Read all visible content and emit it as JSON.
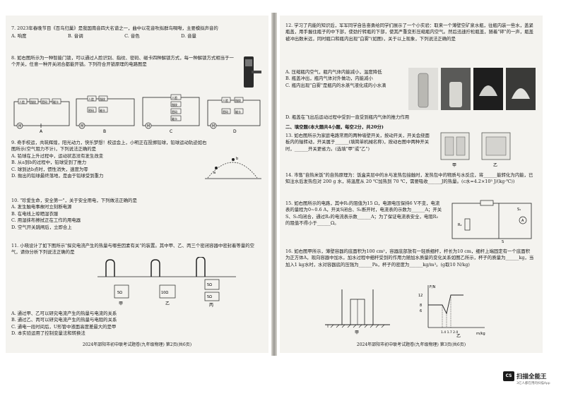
{
  "left": {
    "q7": {
      "text": "7. 2023年春晚节目《百鸟归巢》是我国南音四大名谱之一，曲中以花音吹拟群鸟啁啾，主要模拟声音的",
      "options": [
        "A. 响度",
        "B. 音调",
        "C. 音色",
        "D. 音量"
      ]
    },
    "q8": {
      "text": "8. 如右图所示为一种智能门锁，可以通过人脸识别、指纹、密码、磁卡四种解锁方式，每一种解锁方式相当于一个开关，任意一种开关闭合都能开锁。下列符合开锁原理的电路图是",
      "labels": [
        "A",
        "B",
        "C",
        "D"
      ],
      "switch_labels": [
        "人脸",
        "指纹",
        "密码",
        "磁卡"
      ],
      "motor": "M"
    },
    "q9": {
      "text": "9. 奇手校运，共筑辉煌，阳光动力，快乐梦想！校运会上，小明正在投掷铅球，铅球运动轨迹如右图所示(空气阻力不计)，下列说法正确的是",
      "options": [
        "A. 铅球在上升过程中，运动状态没有发生改变",
        "B. 从a到b的过程中，铅球受到了推力",
        "C. 球到达b点时，惯性消失，速度为零",
        "D. 抛出的铅球最终落地，是由于铅球受到重力"
      ],
      "point_labels": [
        "a",
        "b"
      ]
    },
    "q10": {
      "text": "10. \"珍爱生命，安全第一\"，关于安全用电，下列做法正确的是",
      "options": [
        "A. 发生触电事故时立刻断电源",
        "B. 在电线上晾晒湿衣服",
        "C. 用湿抹布擦拭正在工作的用电器",
        "D. 空气开关跳闸后，立即合上"
      ]
    },
    "q11": {
      "text": "11. 小晓设计了如下图所示\"探究电流产生的热量与哪些因素有关\"的装置。其中甲、乙、丙三个密闭容器中密封着等量的空气，请你分析下列说法正确的是",
      "resistors": [
        "5Ω",
        "10Ω",
        "5Ω",
        "5Ω"
      ],
      "container_labels": [
        "甲",
        "乙",
        "丙"
      ],
      "options": [
        "A. 通过甲、乙可以研究电流产生的热量与电流的关系",
        "B. 通过乙、丙可以研究电流产生的热量与电阻的关系",
        "C. 通电一段时间后，U形管中液面高度差最大的是甲",
        "D. 本实验运用了控制变量法和转换法"
      ]
    },
    "footer": "2024年邵阳市初中联考试题卷(九年级物理)  第2页(共6页)"
  },
  "right": {
    "q12": {
      "text": "12. 学习了内能的知识后，军军同学自告奋勇给同学们展示了一个小实验：取来一个薄壁空矿泉水瓶，往瓶内装一些水，盖紧瓶盖，用手握住瓶子的中下部，使劲拧转瓶的下部，使其严重变形压缩瓶内空气。然后迅速拧松瓶盖，随着\"砰\"的一声，瓶盖被冲出数米远，同时瓶口和瓶内出现\"白雾\"(如图)，关于以上现象，下列说法正确的是",
      "options": [
        "A. 压缩瓶内空气，瓶内气体内能减小，温度降低",
        "B. 瓶盖冲出，瓶内气体对外做功，内能减小",
        "C. 瓶内出现\"白雾\"是瓶内的水蒸气液化成的小水滴",
        "D. 瓶盖在飞出后运动过程中受到一直受到瓶内气体的推力作用"
      ]
    },
    "section2": "二、填空题(本大题共4小题，每空2分，共20分)",
    "q13": {
      "text": "13. 如右图所示为家庭电路常用的两种墙壁开关，按动开关，开关会绕面板内的轴转动，开关属于______(填简单机械名称)，按动右图中两种开关时，______开关更省力。(选填\"甲\"或\"乙\")",
      "labels": [
        "甲",
        "乙"
      ]
    },
    "q14": {
      "text": "14. 市售\"自热米饭\"的自热原理为：饭盒夹层中的水与发热包接触时，发热包中的物质与水反应，将______能转化为内能，已知注水后发热包对 200 g 水，将温度从 20 ℃加热到 70 ℃，需要吸收______J的热量。(c水=4.2×10³ J/(kg·℃))"
    },
    "q15": {
      "text": "15. 如右图所示的电路，其中R₁的阻值为15 Ω，电源电压保持6 V不变，电流表的量程为0~0.6 A，开关S闭合、S₁断开时，电流表的示数为______A；开关S、S₁均闭合，通过R₂的电流表示数______A；为了保证电流表安全，电阻R₂的阻值不得小于______Ω。",
      "circuit_labels": [
        "R₁",
        "S₁",
        "A",
        "R₂",
        "S"
      ]
    },
    "q16": {
      "text": "16. 如右图甲所示，薄壁容器的底面积为100 cm²，容器底部放有一轻质细杆，杆长为10 cm，细杆上端固定有一个底面积为正方体A，现向容器中加水，加水过程中细杆受到的作用力随加水质量的变化关系如图乙所示，杯子的质量为______kg，当加入1 kg水时，水对容器底的压强为______Pa，杯子的密度为______kg/m³。(g取10 N/kg)",
      "graph": {
        "ylabel": "F/N",
        "xlabel": "m/kg",
        "yticks": [
          "12",
          "8",
          "6"
        ],
        "xticks": "1.4 1.7 2.0"
      },
      "labels": [
        "甲",
        "乙"
      ]
    },
    "footer": "2024年邵阳市初中联考试题卷(九年级物理)  第3页(共6页)"
  },
  "stamp": {
    "icon": "CS",
    "name": "扫描全能王",
    "sub": "3亿人都在用的扫描App"
  }
}
